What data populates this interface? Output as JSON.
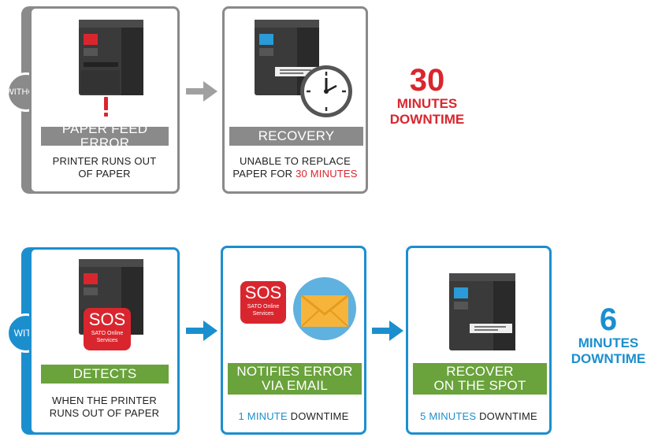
{
  "without": {
    "badge": "WITHOUT",
    "step1": {
      "label": "PAPER FEED ERROR",
      "desc_line1": "PRINTER RUNS OUT",
      "desc_line2": "OF PAPER"
    },
    "step2": {
      "label": "RECOVERY",
      "desc_line1": "UNABLE TO REPLACE",
      "desc_line2_prefix": "PAPER FOR ",
      "desc_line2_highlight": "30 MINUTES"
    },
    "result": {
      "number": "30",
      "line1": "MINUTES",
      "line2": "DOWNTIME"
    }
  },
  "with": {
    "badge": "WITH",
    "sos": {
      "text": "SOS",
      "sub1": "SATO Online",
      "sub2": "Services"
    },
    "step1": {
      "label": "DETECTS",
      "desc_line1": "WHEN THE PRINTER",
      "desc_line2": "RUNS OUT OF PAPER"
    },
    "step2": {
      "label_line1": "NOTIFIES ERROR",
      "label_line2": "VIA EMAIL",
      "desc_highlight": "1 MINUTE",
      "desc_rest": " DOWNTIME"
    },
    "step3": {
      "label_line1": "RECOVER",
      "label_line2": "ON THE SPOT",
      "desc_highlight": "5 MINUTES",
      "desc_rest": " DOWNTIME"
    },
    "result": {
      "number": "6",
      "line1": "MINUTES",
      "line2": "DOWNTIME"
    }
  },
  "colors": {
    "gray": "#8a8a8a",
    "blue": "#1b8fce",
    "green": "#6aa23c",
    "red": "#d9262e"
  }
}
